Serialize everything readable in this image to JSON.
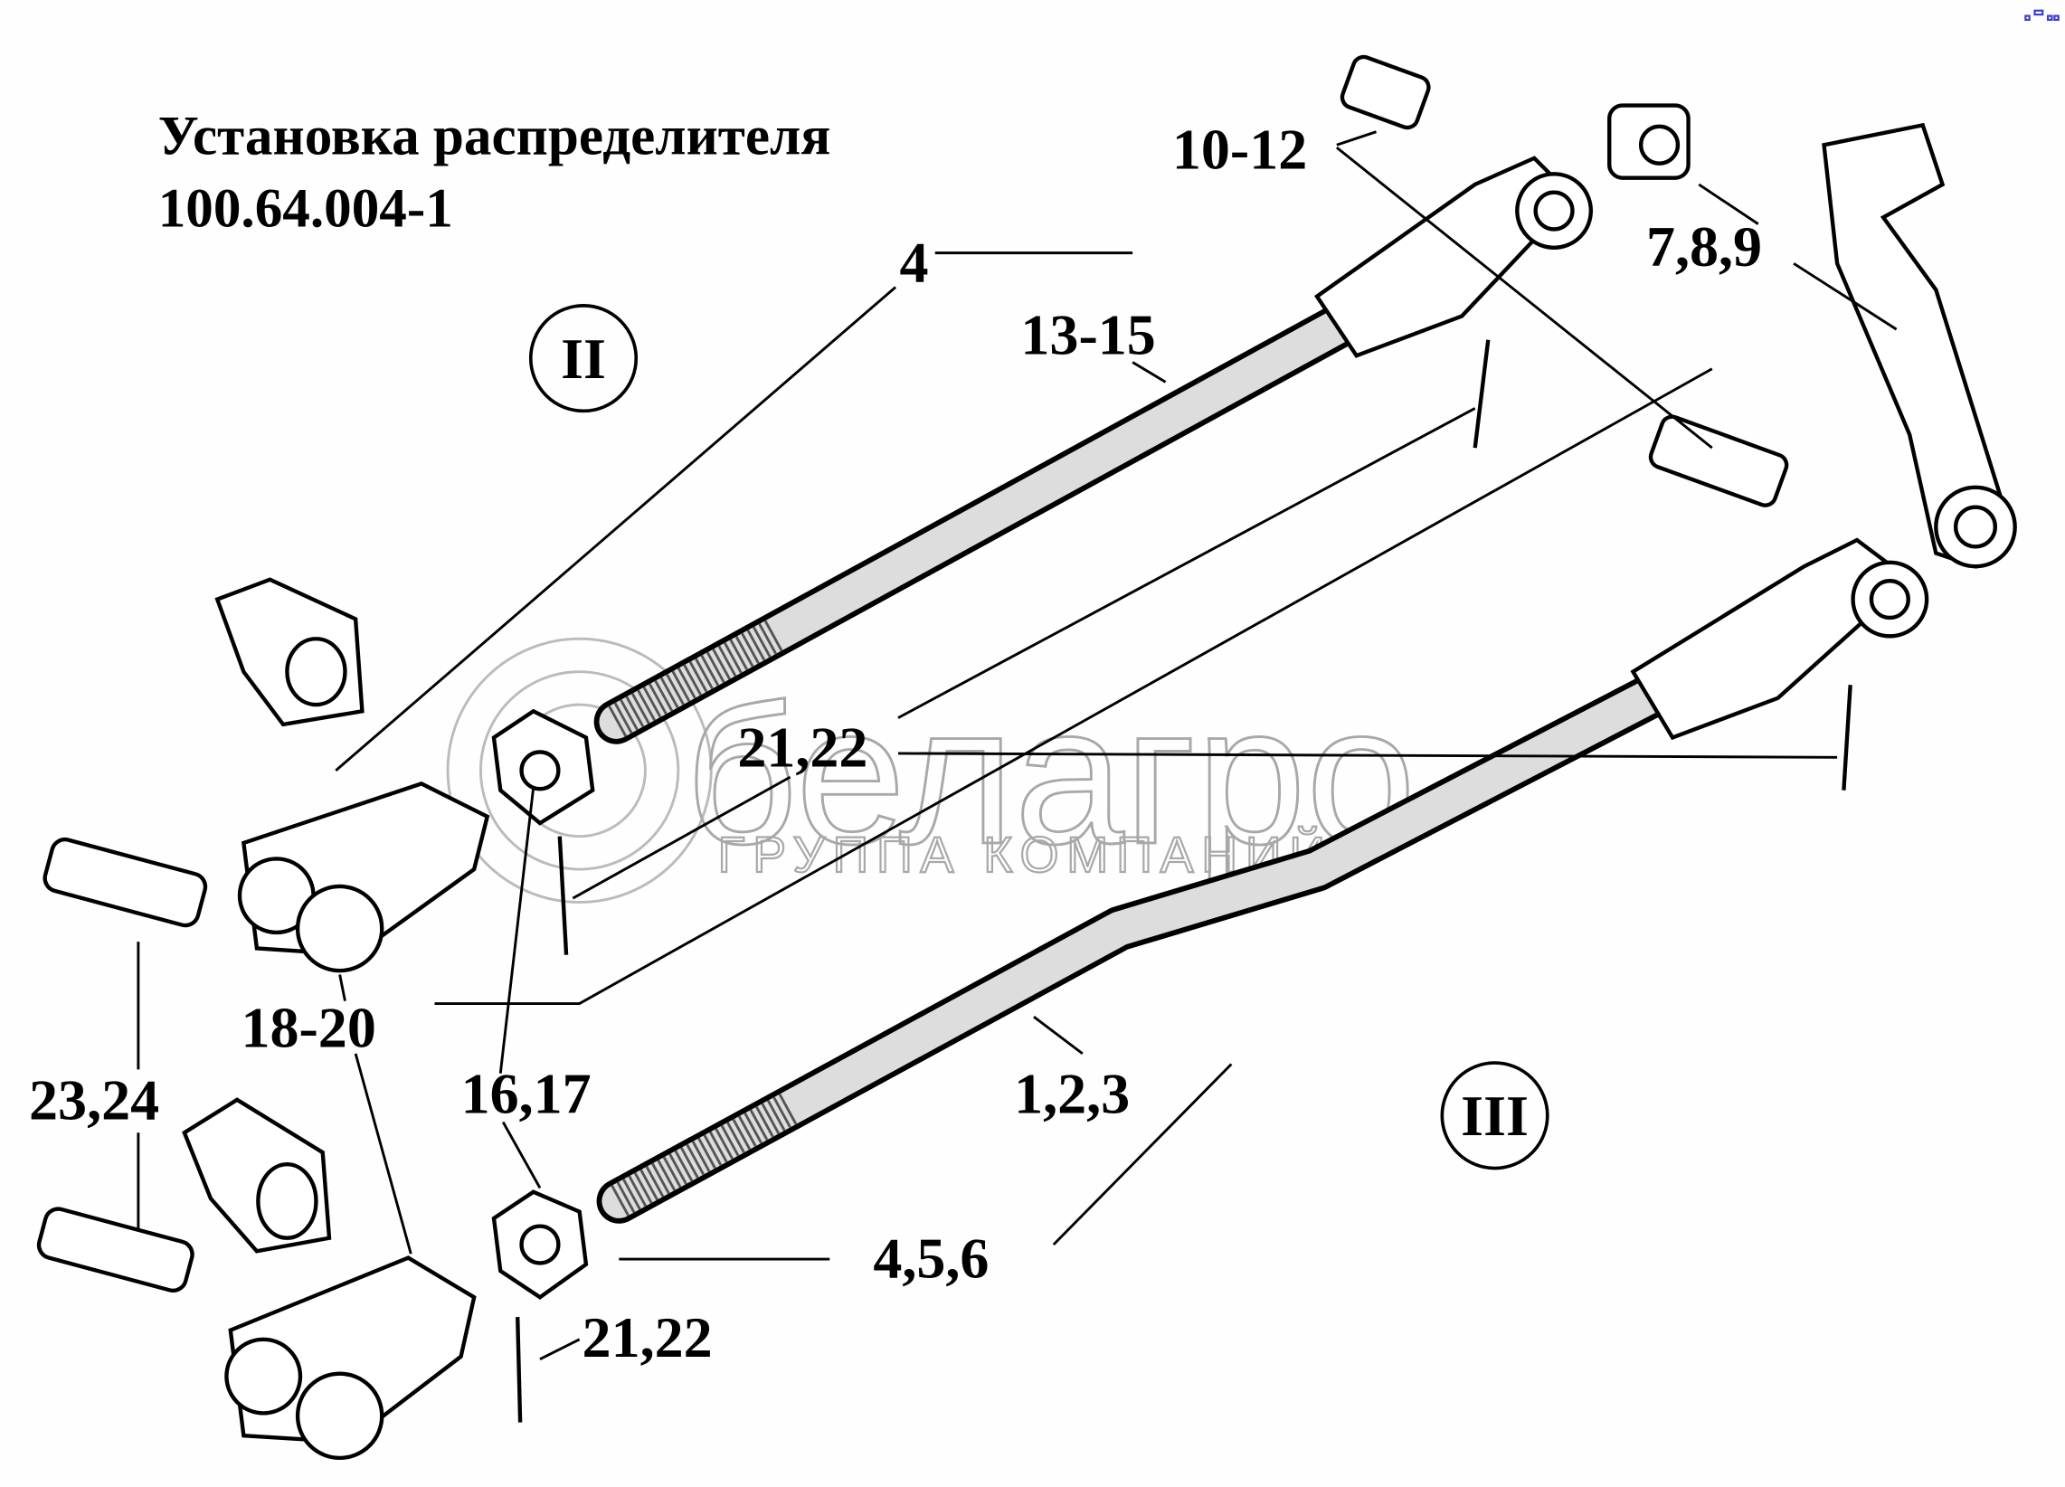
{
  "title": {
    "line1": "Установка распределителя",
    "line2": "100.64.004-1"
  },
  "watermark": {
    "brand": "белагро",
    "subtitle": "ГРУППА КОМПАНИЙ"
  },
  "views": {
    "view_ii": "II",
    "view_iii": "III"
  },
  "callouts": {
    "c_10_12": "10-12",
    "c_7_8_9": "7,8,9",
    "c_4": "4",
    "c_13_15": "13-15",
    "c_21_22_upper": "21,22",
    "c_18_20": "18-20",
    "c_23_24": "23,24",
    "c_16_17": "16,17",
    "c_1_2_3": "1,2,3",
    "c_4_5_6": "4,5,6",
    "c_21_22_lower": "21,22"
  },
  "colors": {
    "ink": "#000000",
    "watermark": "#a8a8a8",
    "background": "#fdfefd",
    "corner_marks": "#3b3bd6"
  }
}
